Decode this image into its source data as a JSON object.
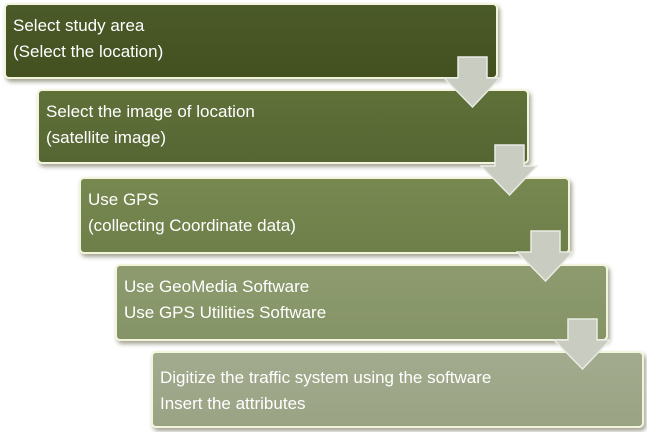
{
  "steps": [
    {
      "line1": "Select study area",
      "line2": "(Select the location)"
    },
    {
      "line1": "Select the image of location",
      "line2": "(satellite image)"
    },
    {
      "line1": "Use GPS",
      "line2": "(collecting Coordinate data)"
    },
    {
      "line1": "Use GeoMedia Software",
      "line2": "Use GPS Utilities Software"
    },
    {
      "line1": "Digitize the traffic system using the software",
      "line2": "Insert the attributes"
    }
  ],
  "icons": {
    "connector": "down-arrow-icon"
  },
  "colors": {
    "step1": "#47552a",
    "step2": "#5b6b38",
    "step3": "#73844e",
    "step4": "#89976b",
    "step5": "#9fa789",
    "arrow": "#c8ccc0",
    "border": "#f3f4dc",
    "text": "#ffffff"
  }
}
